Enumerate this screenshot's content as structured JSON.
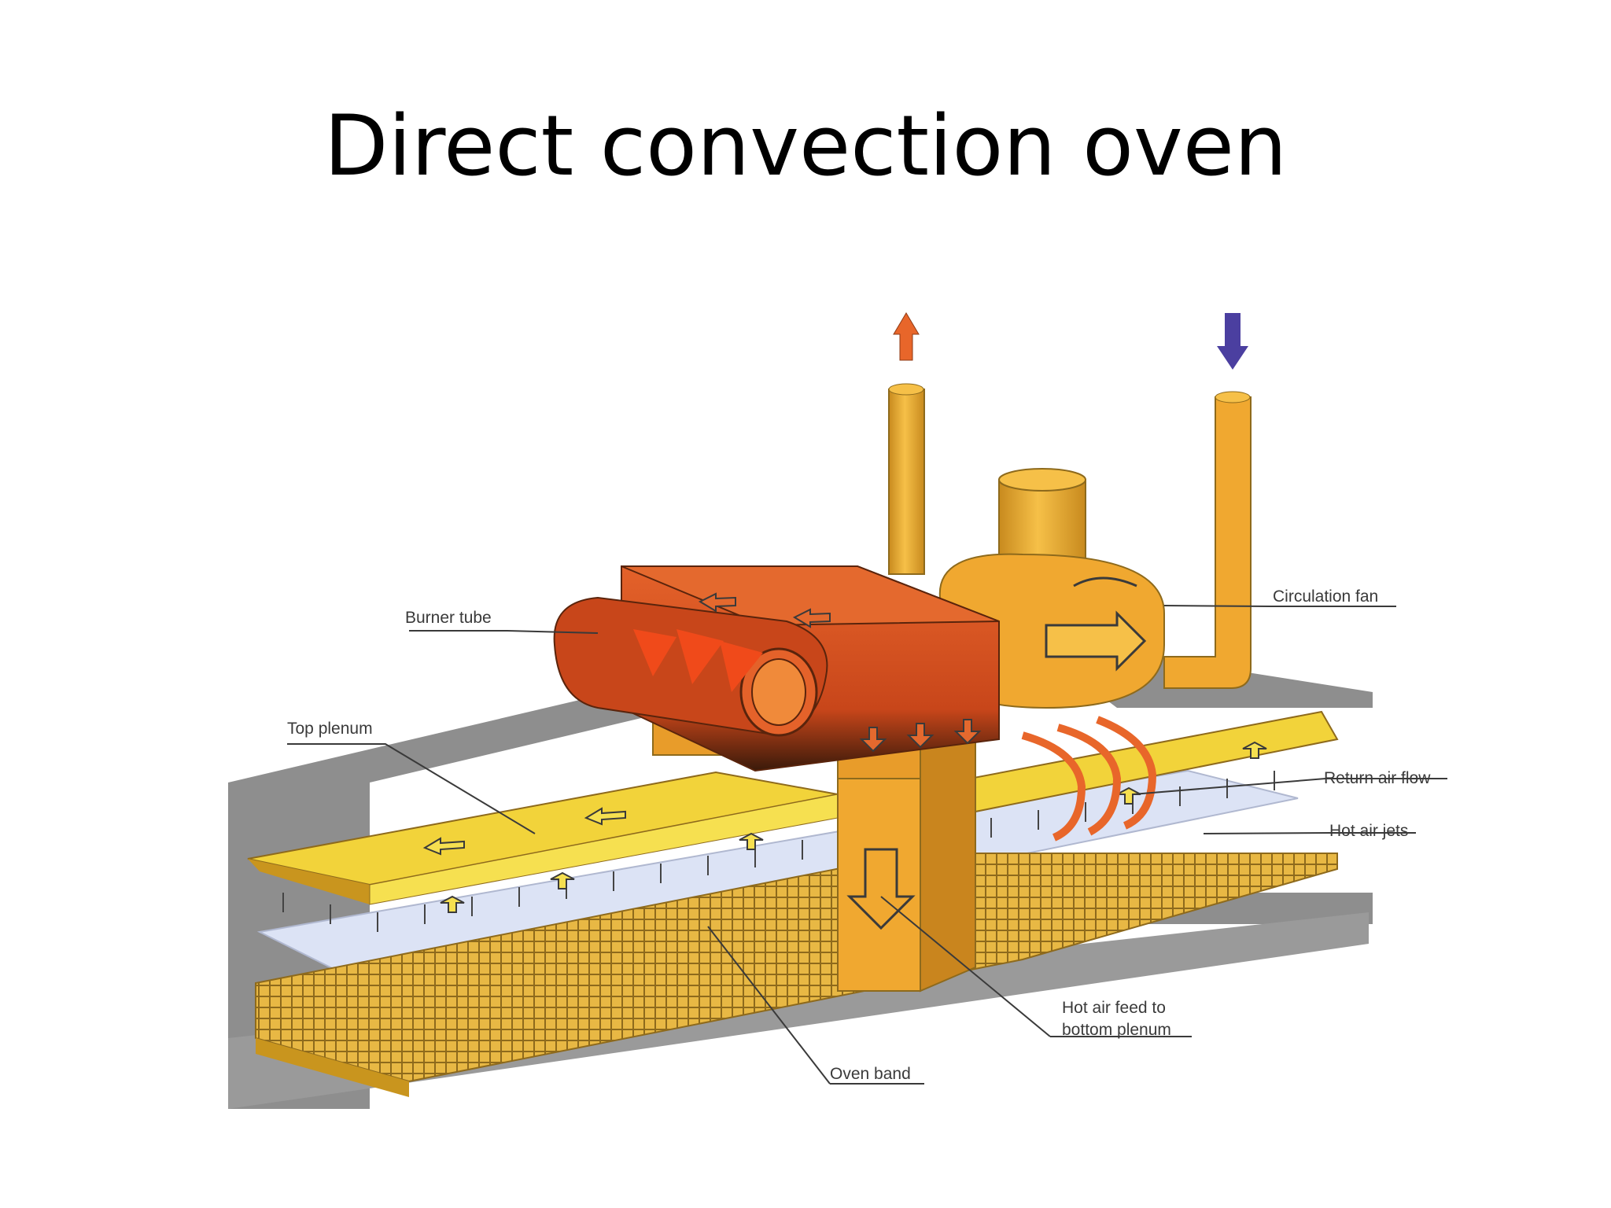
{
  "slide": {
    "title": "Direct convection oven"
  },
  "diagram": {
    "labels": {
      "burner_tube": "Burner tube",
      "top_plenum": "Top plenum",
      "circulation_fan": "Circulation fan",
      "return_air_flow": "Return air flow",
      "hot_air_jets": "Hot air jets",
      "hot_air_feed_line1": "Hot air feed to",
      "hot_air_feed_line2": "bottom plenum",
      "oven_band": "Oven band"
    },
    "icons": {
      "exhaust_arrow": "up-arrow-icon",
      "intake_arrow": "down-arrow-icon"
    },
    "colors": {
      "plenum_yellow": "#F2D33A",
      "duct_orange": "#F0A830",
      "burner_red": "#D8501E",
      "oven_band_blue": "#DCE3F5",
      "chamber_gray": "#8E8E8E",
      "intake_purple": "#4B3FA0",
      "exhaust_orange": "#E8662A"
    }
  }
}
